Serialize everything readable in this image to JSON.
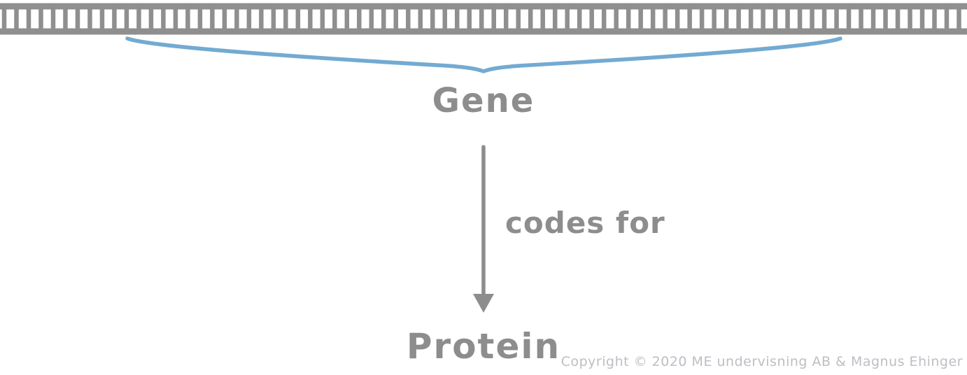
{
  "diagram": {
    "dna": {
      "description": "double-stranded DNA ladder",
      "rungs": 79,
      "color": "#8f8f8f"
    },
    "brace": {
      "label": "Gene",
      "color": "#73aad2"
    },
    "arrow": {
      "label": "codes for",
      "color": "#8d8d8d",
      "direction": "down"
    },
    "protein_label": "Protein",
    "copyright": "Copyright © 2020 ME undervisning AB & Magnus Ehinger",
    "colors": {
      "strand_gray": "#8f8f8f",
      "text_gray": "#8d8d8d",
      "brace_blue": "#73aad2",
      "copyright_gray": "#bebec4"
    }
  }
}
